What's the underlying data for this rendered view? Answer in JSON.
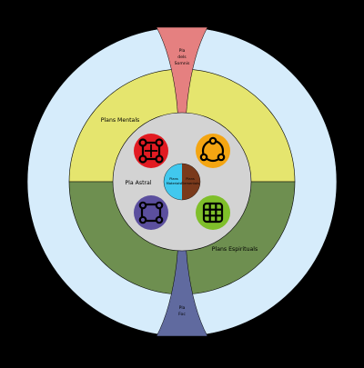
{
  "labels": {
    "dreams": [
      "Pla",
      "dels",
      "Somnis"
    ],
    "mental": "Plans Mentals",
    "astral": "Pla Astral",
    "spiritual": "Plans Espirituals",
    "fire": [
      "Pla",
      "Foc"
    ],
    "material": [
      "Plans",
      "Materials"
    ],
    "elemental": [
      "Plans",
      "Elementals"
    ]
  },
  "colors": {
    "background": "#000000",
    "outer": "#d6ecfb",
    "dreams": "#e58080",
    "mental": "#e5e56e",
    "spiritual": "#6e8f50",
    "astral": "#d3d3d3",
    "fire": "#606a9f",
    "material": "#41c8ee",
    "elemental": "#7a3a1c",
    "sym_red": "#e21b22",
    "sym_orange": "#f4a512",
    "sym_purple": "#5b4f9e",
    "sym_green": "#7fbf2a"
  },
  "symbols": [
    {
      "name": "red-quad-symbol",
      "color_key": "sym_red"
    },
    {
      "name": "orange-triangle-symbol",
      "color_key": "sym_orange"
    },
    {
      "name": "purple-square-symbol",
      "color_key": "sym_purple"
    },
    {
      "name": "green-grid-symbol",
      "color_key": "sym_green"
    }
  ]
}
